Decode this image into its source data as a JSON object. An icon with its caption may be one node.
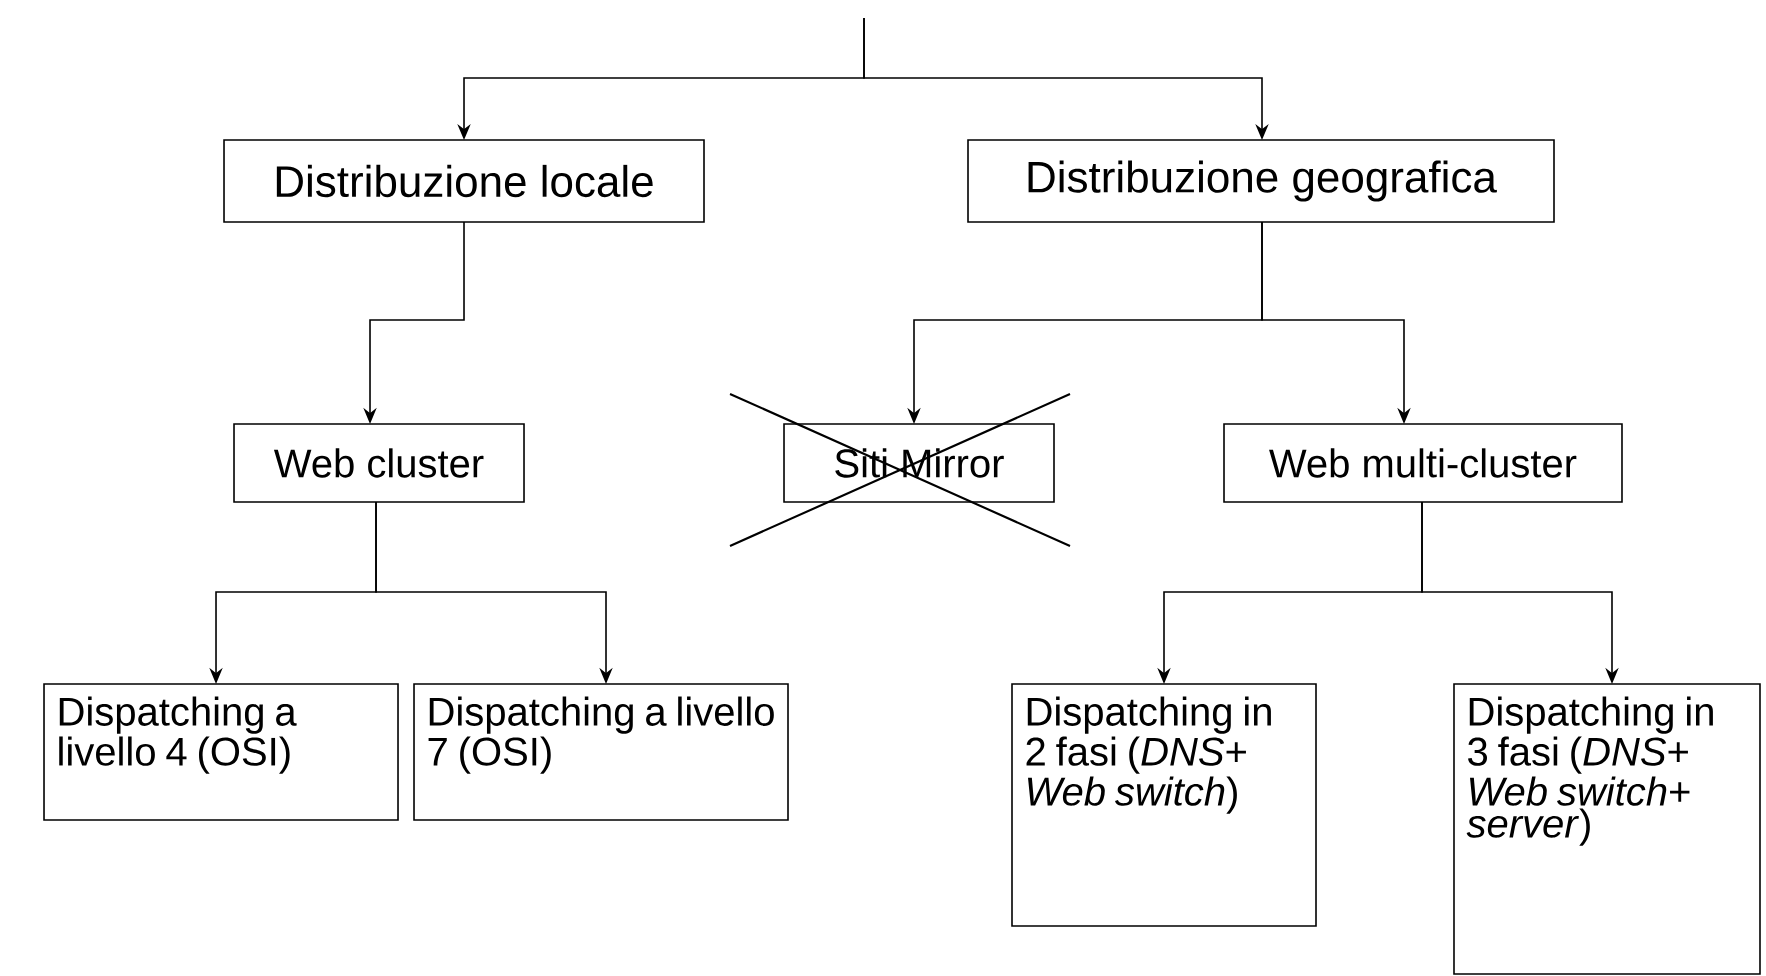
{
  "diagram": {
    "nodes": [
      {
        "text": [
          "Distribuzione locale"
        ]
      },
      {
        "text": [
          "Distribuzione geografica"
        ]
      },
      {
        "text": [
          "Web cluster"
        ]
      },
      {
        "text": [
          "Siti Mirror"
        ]
      },
      {
        "text": [
          "Web multi-cluster"
        ]
      },
      {
        "text": [
          "Dispatching a livello 4 (OSI)"
        ]
      },
      {
        "text": [
          "Dispatching a livello 7 (OSI)"
        ]
      },
      {
        "text": [
          "Dispatching in 2 fasi (*DNS*+ *Web switch*)"
        ]
      },
      {
        "text": [
          "Dispatching in 3 fasi (*DNS*+ *Web switch*+ *server*)"
        ]
      }
    ],
    "edges": [
      {
        "from": null,
        "to": 0,
        "arrow": "to"
      },
      {
        "from": null,
        "to": 1,
        "arrow": "to"
      },
      {
        "from": 0,
        "to": 2,
        "arrow": "to"
      },
      {
        "from": 1,
        "to": 3,
        "arrow": "to"
      },
      {
        "from": 1,
        "to": 4,
        "arrow": "to"
      },
      {
        "from": 2,
        "to": 5,
        "arrow": "to"
      },
      {
        "from": 2,
        "to": 6,
        "arrow": "to"
      },
      {
        "from": 4,
        "to": 7,
        "arrow": "to"
      },
      {
        "from": 4,
        "to": 8,
        "arrow": "to"
      }
    ]
  }
}
